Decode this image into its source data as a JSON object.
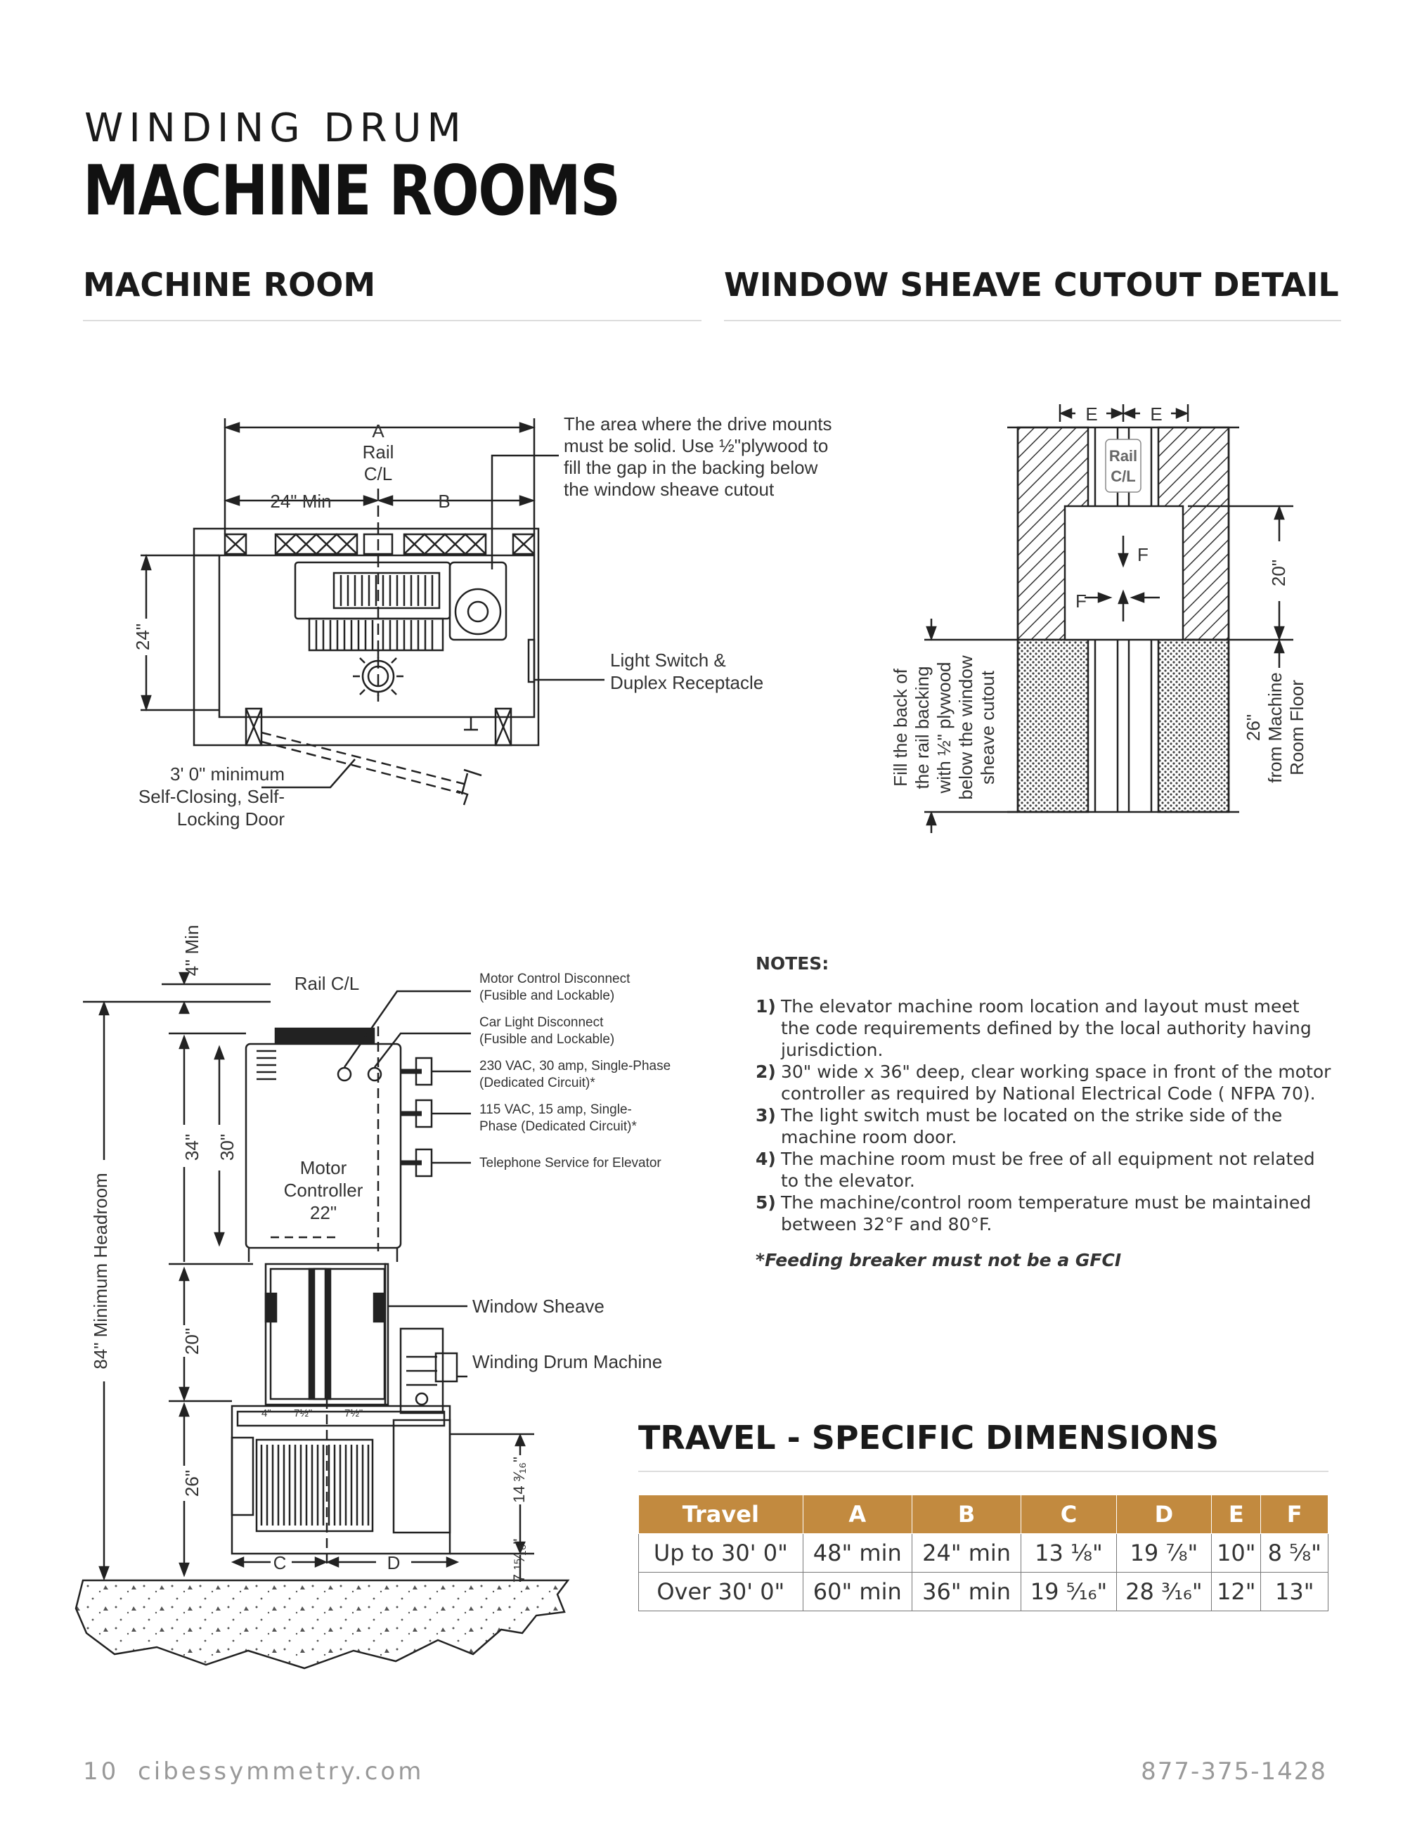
{
  "header": {
    "kicker": "WINDING DRUM",
    "title": "MACHINE ROOMS"
  },
  "sections": {
    "machine_room": "MACHINE ROOM",
    "window_sheave": "WINDOW SHEAVE CUTOUT DETAIL",
    "travel": "TRAVEL - SPECIFIC DIMENSIONS"
  },
  "plan": {
    "a": "A",
    "rail": "Rail",
    "cl": "C/L",
    "min24": "24\" Min",
    "b": "B",
    "depth24": "24\"",
    "drive_note": [
      "The area where the drive mounts",
      "must be solid. Use ½\"plywood to",
      "fill the gap in the backing below",
      "the window sheave cutout"
    ],
    "light_switch": [
      "Light Switch &",
      "Duplex Receptacle"
    ],
    "door": [
      "3' 0\" minimum",
      "Self-Closing, Self-",
      "Locking Door"
    ]
  },
  "cutout": {
    "e": "E",
    "rail": "Rail",
    "cl": "C/L",
    "f": "F",
    "dim20": "20\"",
    "dim26": "26\"",
    "from_floor": [
      "from Machine",
      "Room Floor"
    ],
    "fill_note": [
      "Fill the back of",
      "the rail backing",
      "with ½\" plywood",
      "below the window",
      "sheave cutout"
    ]
  },
  "elevation": {
    "min4": "4\" Min",
    "headroom": "84\" Minimum Headroom",
    "rail_cl": "Rail C/L",
    "d34": "34\"",
    "d30": "30\"",
    "d20": "20\"",
    "d26": "26\"",
    "controller": [
      "Motor",
      "Controller",
      "22\""
    ],
    "callouts": {
      "mcd": [
        "Motor Control Disconnect",
        "(Fusible and Lockable)"
      ],
      "cld": [
        "Car Light Disconnect",
        "(Fusible and Lockable)"
      ],
      "v230": [
        "230 VAC, 30 amp, Single-Phase",
        "(Dedicated Circuit)*"
      ],
      "v115": [
        "115 VAC, 15 amp, Single-",
        "Phase (Dedicated Circuit)*"
      ],
      "phone": "Telephone Service for Elevator",
      "sheave": "Window Sheave",
      "drum": "Winding Drum Machine"
    },
    "d4": "4\"",
    "half1": "7½\"",
    "half2": "7½\"",
    "d14": "14 ³⁄₁₆\"",
    "d7": "7 ¹⁵⁄₁₆\"",
    "c": "C",
    "d": "D"
  },
  "notes": {
    "title": "NOTES:",
    "items": [
      {
        "n": "1)",
        "text": "The elevator machine room location and layout must meet the code requirements defined by the local authority having jurisdiction."
      },
      {
        "n": "2)",
        "text": "30\" wide x 36\" deep, clear working space in front of the motor controller as required by National Electrical Code ( NFPA 70)."
      },
      {
        "n": "3)",
        "text": "The light switch must be located on the strike side of the machine room door."
      },
      {
        "n": "4)",
        "text": "The machine room must be free of all equipment not related to the elevator."
      },
      {
        "n": "5)",
        "text": "The machine/control room temperature must be maintained between 32°F and 80°F."
      }
    ],
    "footnote": "*Feeding breaker must not be a GFCI"
  },
  "table": {
    "headers": [
      "Travel",
      "A",
      "B",
      "C",
      "D",
      "E",
      "F"
    ],
    "rows": [
      [
        "Up to 30' 0\"",
        "48\" min",
        "24\" min",
        "13 ⅛\"",
        "19 ⅞\"",
        "10\"",
        "8 ⅝\""
      ],
      [
        "Over 30' 0\"",
        "60\" min",
        "36\" min",
        "19 ⁵⁄₁₆\"",
        "28 ³⁄₁₆\"",
        "12\"",
        "13\""
      ]
    ]
  },
  "colors": {
    "table_header": "#c28a3f"
  },
  "footer": {
    "page": "10",
    "site": "cibessymmetry.com",
    "phone": "877-375-1428"
  }
}
